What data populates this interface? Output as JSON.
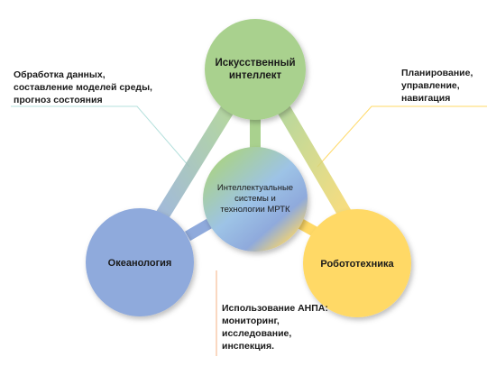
{
  "nodes": {
    "ai": {
      "label": "Искусственный интеллект",
      "color": "#a9d18e"
    },
    "center": {
      "label": "Интеллектуальные системы и технологии МРТК"
    },
    "oceanology": {
      "label": "Океанология",
      "color": "#8faadc"
    },
    "robotics": {
      "label": "Робототехника",
      "color": "#ffd966"
    }
  },
  "callouts": {
    "top_left": {
      "text": "Обработка данных,\nсоставление моделей среды,\nпрогноз состояния",
      "line_color": "#b4e0dc"
    },
    "top_right": {
      "text": "Планирование,\nуправление,\nнавигация",
      "line_color": "#ffd966"
    },
    "bottom": {
      "text": "Использование АНПА:\nмониторинг,\nисследование,\nинспекция.",
      "line_color": "#f4b183"
    }
  }
}
